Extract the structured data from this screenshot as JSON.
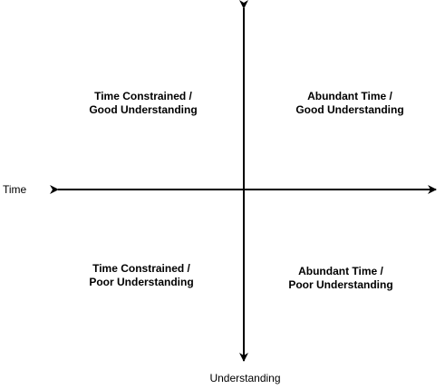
{
  "diagram": {
    "axes": {
      "horizontal_label": "Time",
      "vertical_label": "Understanding"
    },
    "quadrants": {
      "top_left": {
        "line1": "Time Constrained /",
        "line2": "Good Understanding"
      },
      "top_right": {
        "line1": "Abundant Time /",
        "line2": "Good Understanding"
      },
      "bottom_left": {
        "line1": "Time Constrained /",
        "line2": "Poor Understanding"
      },
      "bottom_right": {
        "line1": "Abundant Time /",
        "line2": "Poor Understanding"
      }
    },
    "colors": {
      "stroke": "#000000",
      "background": "#ffffff"
    }
  }
}
